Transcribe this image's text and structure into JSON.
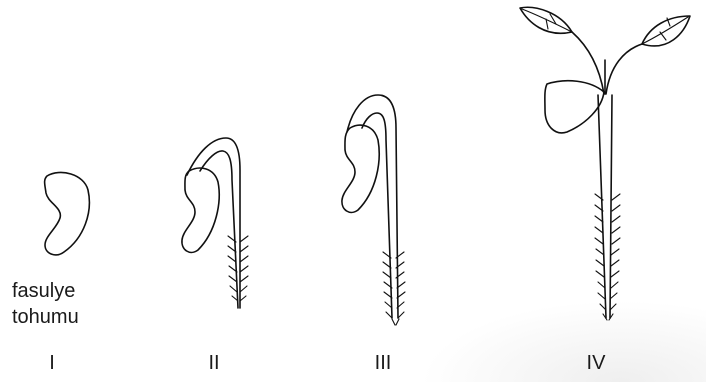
{
  "seed_label": {
    "line1": "fasulye",
    "line2": "tohumu"
  },
  "stages": [
    "I",
    "II",
    "III",
    "IV"
  ],
  "colors": {
    "ink": "#111111",
    "background": "#ffffff"
  }
}
